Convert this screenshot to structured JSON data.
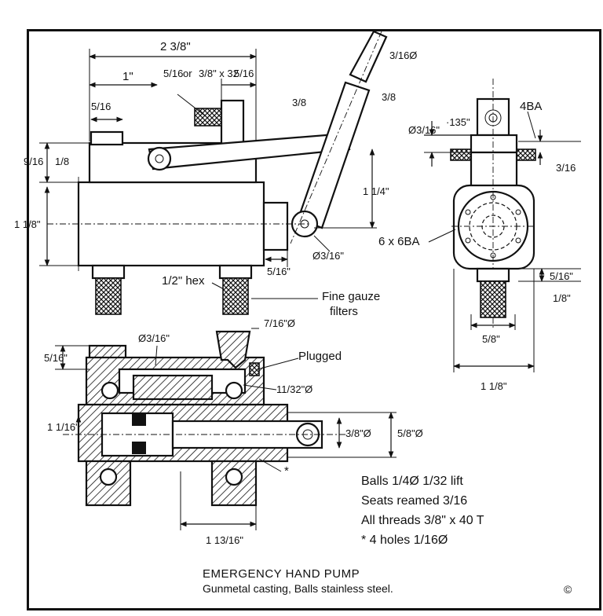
{
  "caption": {
    "title": "EMERGENCY HAND PUMP",
    "subtitle": "Gunmetal casting, Balls stainless steel.",
    "copyright": "©"
  },
  "labels": {
    "fine_gauze": "Fine gauze",
    "filters": "filters",
    "hex": "1/2\" hex",
    "plugged": "Plugged",
    "thread_4ba": "4BA",
    "holes_6ba": "6 x 6BA",
    "star": "*"
  },
  "notes": [
    "Balls 1/4Ø  1/32 lift",
    "Seats reamed 3/16",
    "All threads 3/8\" x 40 T",
    "* 4 holes 1/16Ø"
  ],
  "dimensions": {
    "overall_length": "2 3/8\"",
    "one_inch": "1\"",
    "port_5_16": "5/16",
    "port_or": "or",
    "port_3_8x32": "3/8\" x 32",
    "port_right_5_16": "5/16",
    "left_5_16": "5/16",
    "rod_3_16_dia": "3/16Ø",
    "link_3_8_a": "3/8",
    "link_3_8_b": "3/8",
    "height_9_16": "9/16",
    "height_1_8": "1/8",
    "body_1_1_8": "1 1/8\"",
    "link_1_1_4": "1 1/4\"",
    "pivot_3_16": "Ø3/16\"",
    "offset_5_16": "5/16\"",
    "end_dia_3_16": "Ø3/16\"",
    "end_135": "·135\"",
    "end_3_16_right": "3/16",
    "end_5_16_right": "5/16\"",
    "end_1_8_right": "1/8\"",
    "end_5_8": "5/8\"",
    "end_1_1_8": "1 1/8\"",
    "sec_5_16": "5/16\"",
    "sec_bore_3_16": "Ø3/16\"",
    "sec_7_16": "7/16\"Ø",
    "sec_11_32": "11/32\"Ø",
    "sec_1_1_16": "1 1/16\"",
    "sec_3_8": "3/8\"Ø",
    "sec_5_8": "5/8\"Ø",
    "sec_1_13_16": "1 13/16\""
  }
}
